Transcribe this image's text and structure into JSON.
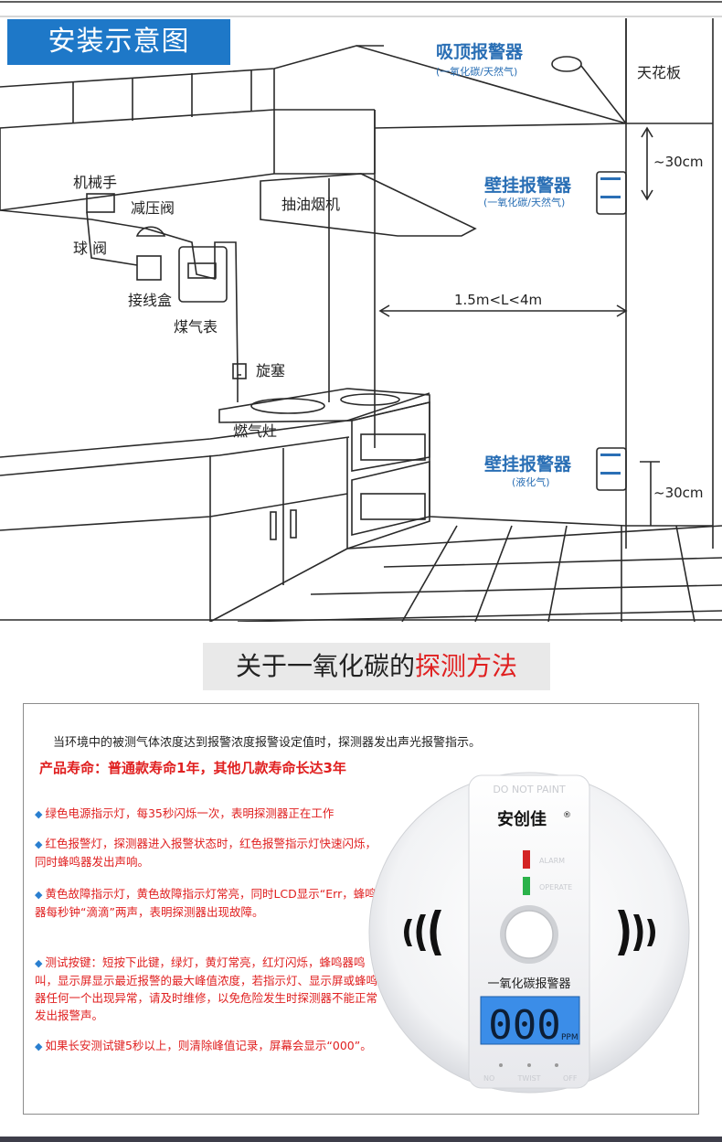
{
  "install": {
    "title": "安装示意图",
    "ceiling_detector": {
      "label": "吸顶报警器",
      "sub": "(一氧化碳/天然气)"
    },
    "ceiling": "天花板",
    "wall_detector_top": {
      "label": "壁挂报警器",
      "sub": "(一氧化碳/天然气)"
    },
    "wall_detector_bottom": {
      "label": "壁挂报警器",
      "sub": "(液化气)"
    },
    "dim_top": "~30cm",
    "dim_bottom": "~30cm",
    "distance": "1.5m<L<4m",
    "parts": {
      "manipulator": "机械手",
      "pressure_valve": "减压阀",
      "ball_valve": "球 阀",
      "junction_box": "接线盒",
      "gas_meter": "煤气表",
      "plug": "旋塞",
      "range_hood": "抽油烟机",
      "stove": "燃气灶"
    }
  },
  "section": {
    "title_black": "关于一氧化碳的",
    "title_red": "探测方法"
  },
  "info": {
    "intro": "当环境中的被测气体浓度达到报警浓度报警设定值时，探测器发出声光报警指示。",
    "lifespan": "产品寿命：普通款寿命1年，其他几款寿命长达3年",
    "bullet_icon": "diamond-bullet-icon",
    "bullets": [
      "绿色电源指示灯，每35秒闪烁一次，表明探测器正在工作",
      "红色报警灯，探测器进入报警状态时，红色报警指示灯快速闪烁，同时蜂鸣器发出声响。",
      "黄色故障指示灯，黄色故障指示灯常亮，同时LCD显示“Err，蜂鸣器每秒钟“滴滴”两声，表明探测器出现故障。",
      "测试按键：短按下此键，绿灯，黄灯常亮，红灯闪烁，蜂鸣器鸣叫，显示屏显示最近报警的最大峰值浓度，若指示灯、显示屏或蜂鸣器任何一个出现异常，请及时维修，以免危险发生时探测器不能正常发出报警声。",
      "如果长安测试键5秒以上，则清除峰值记录，屏幕会显示“000”。"
    ]
  },
  "detector": {
    "stamp": "DO NOT PAINT",
    "brand": "安创佳",
    "brand_mark": "®",
    "alarm": "ALARM",
    "operate": "OPERATE",
    "name": "一氧化碳报警器",
    "lcd": "000",
    "unit": "PPM",
    "no": "NO",
    "twist": "TWIST",
    "off": "OFF",
    "colors": {
      "lcd": "#3b8de8",
      "alarm_led": "#d42424",
      "operate_led": "#2bb24a"
    }
  },
  "colors": {
    "accent_blue": "#1e78c8",
    "text_red": "#e02020",
    "annotation_blue": "#2a6fb5"
  }
}
